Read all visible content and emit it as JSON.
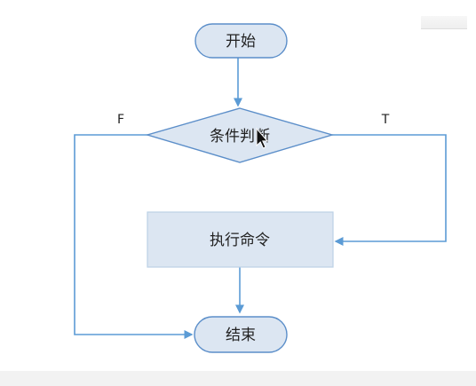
{
  "flowchart": {
    "start_label": "开始",
    "condition_label": "条件判断",
    "action_label": "执行命令",
    "end_label": "结束",
    "false_branch_label": "F",
    "true_branch_label": "T"
  },
  "colors": {
    "node_fill": "#dce6f2",
    "node_stroke": "#5b8ec9",
    "connector": "#5b9bd5",
    "text": "#222222",
    "action_stroke": "#bcd0e6"
  }
}
